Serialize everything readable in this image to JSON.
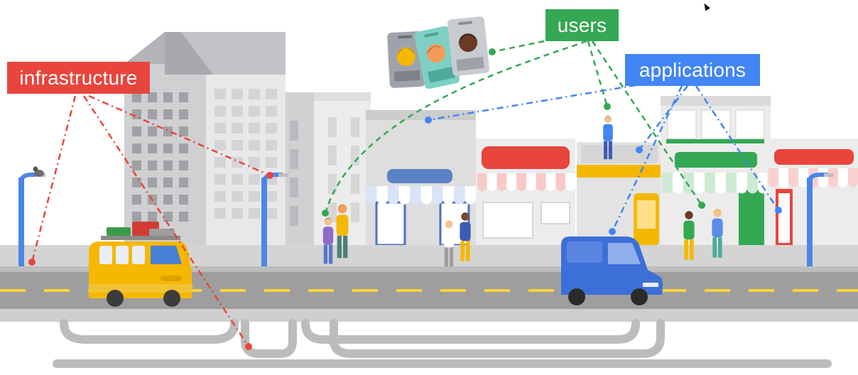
{
  "labels": {
    "infrastructure": "infrastructure",
    "users": "users",
    "applications": "applications"
  },
  "colors": {
    "infrastructure": "#e8453c",
    "users": "#34a853",
    "applications": "#4285f4",
    "road": "#9e9e9e",
    "lane": "#fbd33a",
    "sidewalk": "#cfcfcf",
    "building_light": "#e6e6e6",
    "building_mid": "#cfd0d2",
    "window": "#b9babd",
    "taxi": "#f5b800",
    "van": "#3d6fd8"
  },
  "icons": [
    "lamp-post-icon",
    "bird-icon",
    "taxi-icon",
    "van-icon",
    "person-icon",
    "id-badge-icon",
    "awning-icon",
    "mouse-cursor-icon"
  ]
}
